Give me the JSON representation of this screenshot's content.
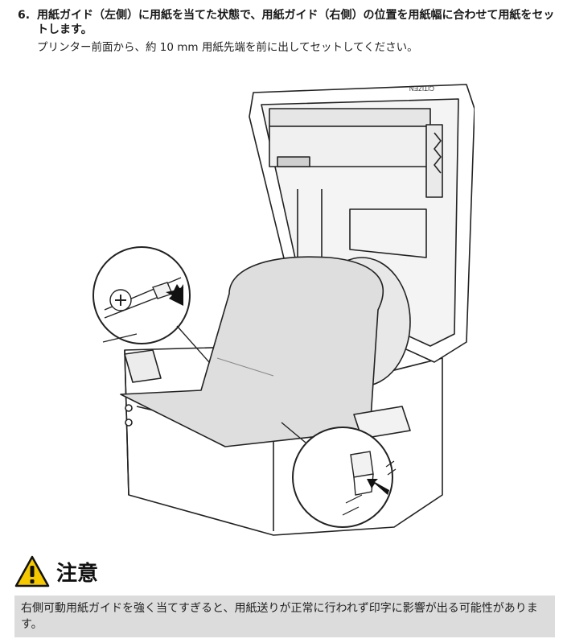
{
  "step": {
    "number": "6.",
    "title": "用紙ガイド（左側）に用紙を当てた状態で、用紙ガイド（右側）の位置を用紙幅に合わせて用紙をセットします。",
    "subtitle": "プリンター前面から、約 10 mm 用紙先端を前に出してセットしてください。"
  },
  "figure": {
    "brand_logo": "CITIZEN"
  },
  "caution": {
    "icon": "warning-triangle-icon",
    "title": "注意",
    "body": "右側可動用紙ガイドを強く当てすぎると、用紙送りが正常に行われず印字に影響が出る可能性があります。"
  }
}
